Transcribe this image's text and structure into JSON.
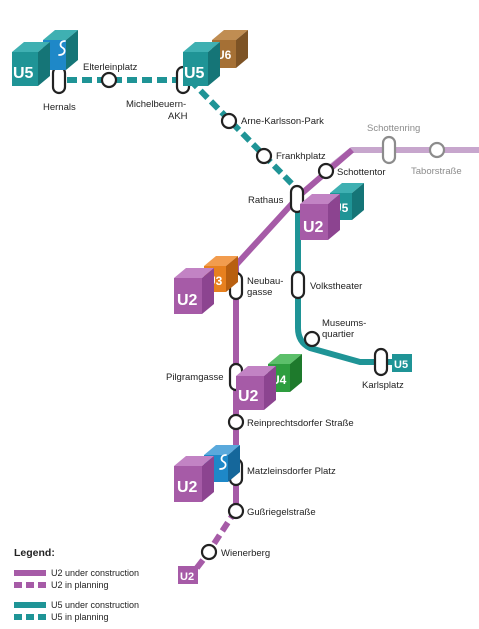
{
  "colors": {
    "u2": "#a65ba7",
    "u2_dark": "#8c4490",
    "u2_light": "#c283c4",
    "u5": "#1f9496",
    "u5_dark": "#157577",
    "u5_light": "#3fb0b2",
    "u6": "#a57035",
    "u3": "#e7801f",
    "u4": "#2e9d3f",
    "s_bahn": "#1e88c8",
    "existing_line": "#c7a6cd"
  },
  "stations": {
    "hernals": "Hernals",
    "elterleinplatz": "Elterleinplatz",
    "michelbeuern": "Michelbeuern-",
    "akh": "AKH",
    "arne_karlsson": "Arne-Karlsson-Park",
    "frankhplatz": "Frankhplatz",
    "schottentor": "Schottentor",
    "schottenring": "Schottenring",
    "taborstrasse": "Taborstraße",
    "rathaus": "Rathaus",
    "volkstheater": "Volkstheater",
    "museums": "Museums-",
    "quartier": "quartier",
    "karlsplatz": "Karlsplatz",
    "neubau": "Neubau-",
    "gasse": "gasse",
    "pilgramgasse": "Pilgramgasse",
    "reinprechtsdorfer": "Reinprechtsdorfer Straße",
    "matzleinsdorfer": "Matzleinsdorfer Platz",
    "gussriegel": "Gußriegelstraße",
    "wienerberg": "Wienerberg"
  },
  "badges": {
    "u5": "U5",
    "u6": "U6",
    "u2": "U2",
    "u3": "U3",
    "u4": "U4",
    "karlsplatz_u5": "U5",
    "wienerberg_u2": "U2"
  },
  "legend": {
    "title": "Legend:",
    "u2_construction": "U2 under construction",
    "u2_planning": "U2 in planning",
    "u5_construction": "U5 under construction",
    "u5_planning": "U5 in planning"
  },
  "icons": [
    "s-bahn-icon"
  ]
}
